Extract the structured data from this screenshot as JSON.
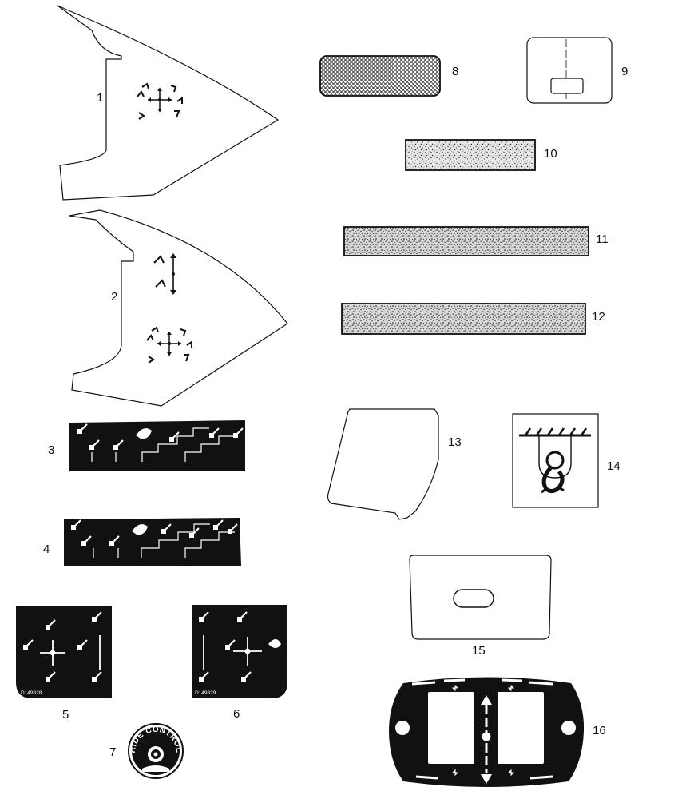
{
  "callouts": {
    "p1": "1",
    "p2": "2",
    "p3": "3",
    "p4": "4",
    "p5": "5",
    "p6": "6",
    "p7": "7",
    "p8": "8",
    "p9": "9",
    "p10": "10",
    "p11": "11",
    "p12": "12",
    "p13": "13",
    "p14": "14",
    "p15": "15",
    "p16": "16"
  },
  "decal_codes": {
    "d5": "D149828",
    "d6": "D149829"
  },
  "badge_text": "RIDE CONTROL",
  "colors": {
    "ink": "#111111",
    "paper": "#ffffff",
    "speckle": "#bfbfbf"
  }
}
